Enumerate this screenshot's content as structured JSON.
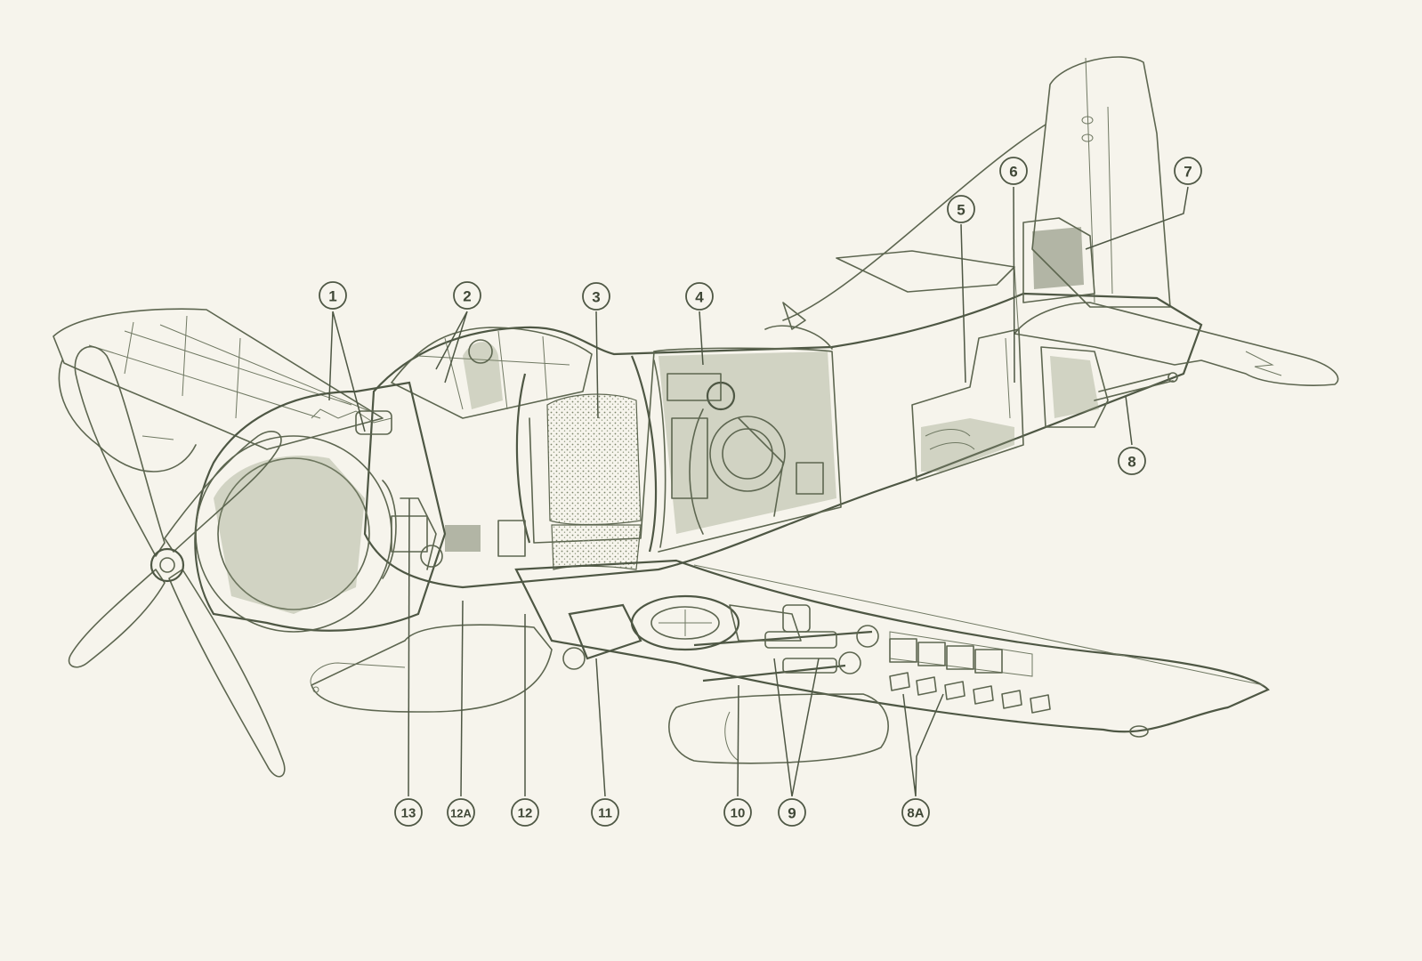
{
  "callouts": [
    {
      "id": "c1",
      "label": "1"
    },
    {
      "id": "c2",
      "label": "2"
    },
    {
      "id": "c3",
      "label": "3"
    },
    {
      "id": "c4",
      "label": "4"
    },
    {
      "id": "c5",
      "label": "5"
    },
    {
      "id": "c6",
      "label": "6"
    },
    {
      "id": "c7",
      "label": "7"
    },
    {
      "id": "c8",
      "label": "8"
    },
    {
      "id": "c8a",
      "label": "8A"
    },
    {
      "id": "c9",
      "label": "9"
    },
    {
      "id": "c10",
      "label": "10"
    },
    {
      "id": "c11",
      "label": "11"
    },
    {
      "id": "c12",
      "label": "12"
    },
    {
      "id": "c12a",
      "label": "12A"
    },
    {
      "id": "c13",
      "label": "13"
    }
  ],
  "colors": {
    "paper": "#f6f4ec",
    "ink": "#5d6650"
  }
}
